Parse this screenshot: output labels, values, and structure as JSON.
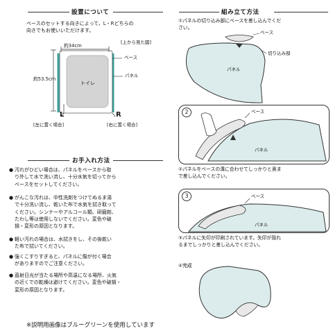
{
  "installation": {
    "title": "設置について",
    "intro": "ベースのセットする向きによって、L・Rどちらの\n向きでもお使いいただけます。",
    "view_label": "[上から見た図]",
    "width_label": "約34cm",
    "height_label": "約53.5cm",
    "base_label": "ベース",
    "panel_label": "パネル",
    "toilet_label": "トイレ",
    "left_letter": "L",
    "right_letter": "R",
    "left_caption": "[左に置く場合]",
    "right_caption": "[右に置く場合]"
  },
  "care": {
    "title": "お手入れ方法",
    "bullet_symbol": "●",
    "items": [
      {
        "text": "汚れがひどい場合は、パネルをベースから取\nり外して水で洗い流し、十分水気を切ってから\nベースをセットしてください。"
      },
      {
        "text": "がんこな汚れは、中性洗剤をつけてぬるま湯\nで十分洗い流し、乾いた布で水気を拭き取って\nください。シンナーやアルコール類、研磨剤、\nたわし等は使用しないでください。変色や破\n損・変形の原因となります。"
      },
      {
        "text": "軽い汚れの場合は、水拭きをし、その後乾い\nた布で拭いてください。"
      },
      {
        "text": "強くこすりすぎると、パネルに傷が付く場合\nがありますのでご注意ください。"
      },
      {
        "text": "直射日光が当たる場所や高温になる場所、火気\nの近くでの乾燥は避けてください。変色や破損・\n変形の原因となります。"
      }
    ]
  },
  "assembly": {
    "title": "組み立て方法",
    "step1": {
      "caption": "①パネルの切り込み部にベースを差し込んでくだ\nさい。",
      "base_label": "ベース",
      "notch_label": "切り込み部",
      "panel_label": "パネル"
    },
    "step2": {
      "number": "2",
      "caption": "②パネルをベースの溝に合わせてしっかりと奥ま\nで差し込んでください。",
      "base_label": "ベース",
      "panel_label": "パネル"
    },
    "step3": {
      "number": "3",
      "caption": "③パネルに矢印が印刷されています。矢印が隠れ\nるまでしっかりと差し込んでください。",
      "base_label": "ベース",
      "panel_label": "パネル"
    },
    "step4": {
      "caption": "④完成"
    }
  },
  "footnote": "※説明用画像はブルーグリーンを使用しています",
  "colors": {
    "panel_tint": "#dcecec",
    "panel_edge": "#333333",
    "toilet_fill": "#d4d4d4",
    "base_fill": "#e8e8e8"
  }
}
